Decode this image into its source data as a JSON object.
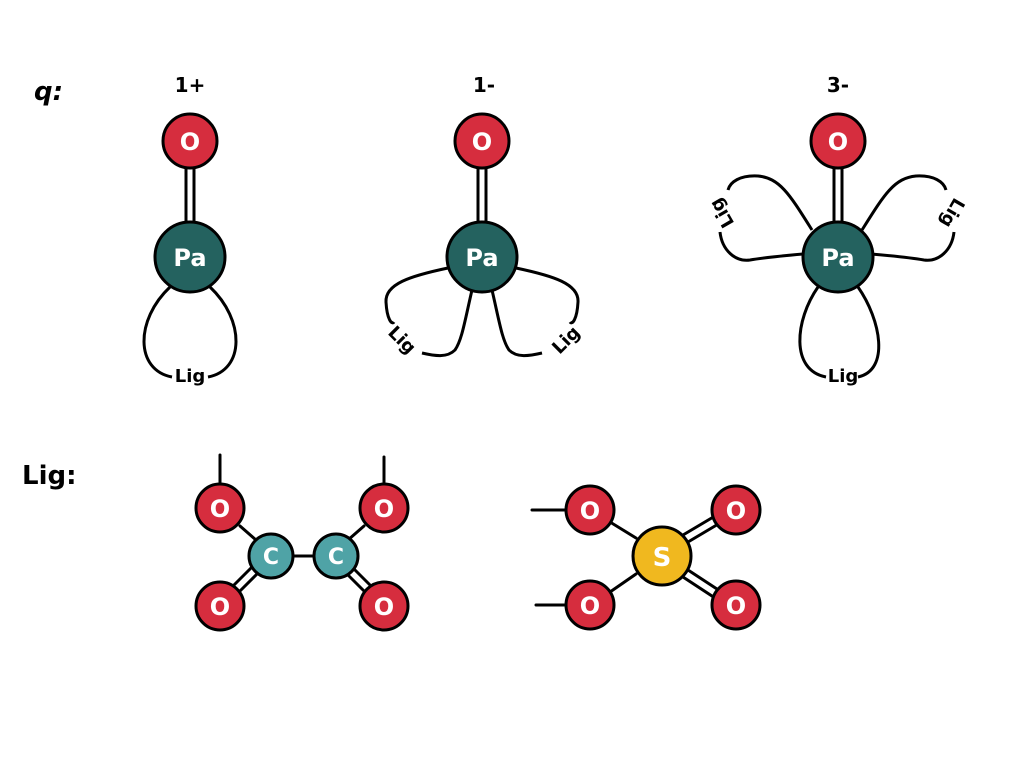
{
  "row_labels": {
    "charge": "q:",
    "ligand": "Lig:"
  },
  "complexes": [
    {
      "charge": "1+",
      "metal": "Pa",
      "oxo": "O",
      "ligands": [
        "Lig"
      ]
    },
    {
      "charge": "1-",
      "metal": "Pa",
      "oxo": "O",
      "ligands": [
        "Lig",
        "Lig"
      ]
    },
    {
      "charge": "3-",
      "metal": "Pa",
      "oxo": "O",
      "ligands": [
        "Lig",
        "Lig",
        "Lig"
      ]
    }
  ],
  "ligand_structures": [
    {
      "atoms": [
        "O",
        "O",
        "O",
        "O",
        "C",
        "C"
      ]
    },
    {
      "atoms": [
        "O",
        "O",
        "O",
        "O",
        "S"
      ]
    }
  ],
  "colors": {
    "oxygen": "#d62d3e",
    "metal": "#24625f",
    "carbon": "#4fa3a6",
    "sulfur": "#f0b81f",
    "line": "#000000"
  }
}
